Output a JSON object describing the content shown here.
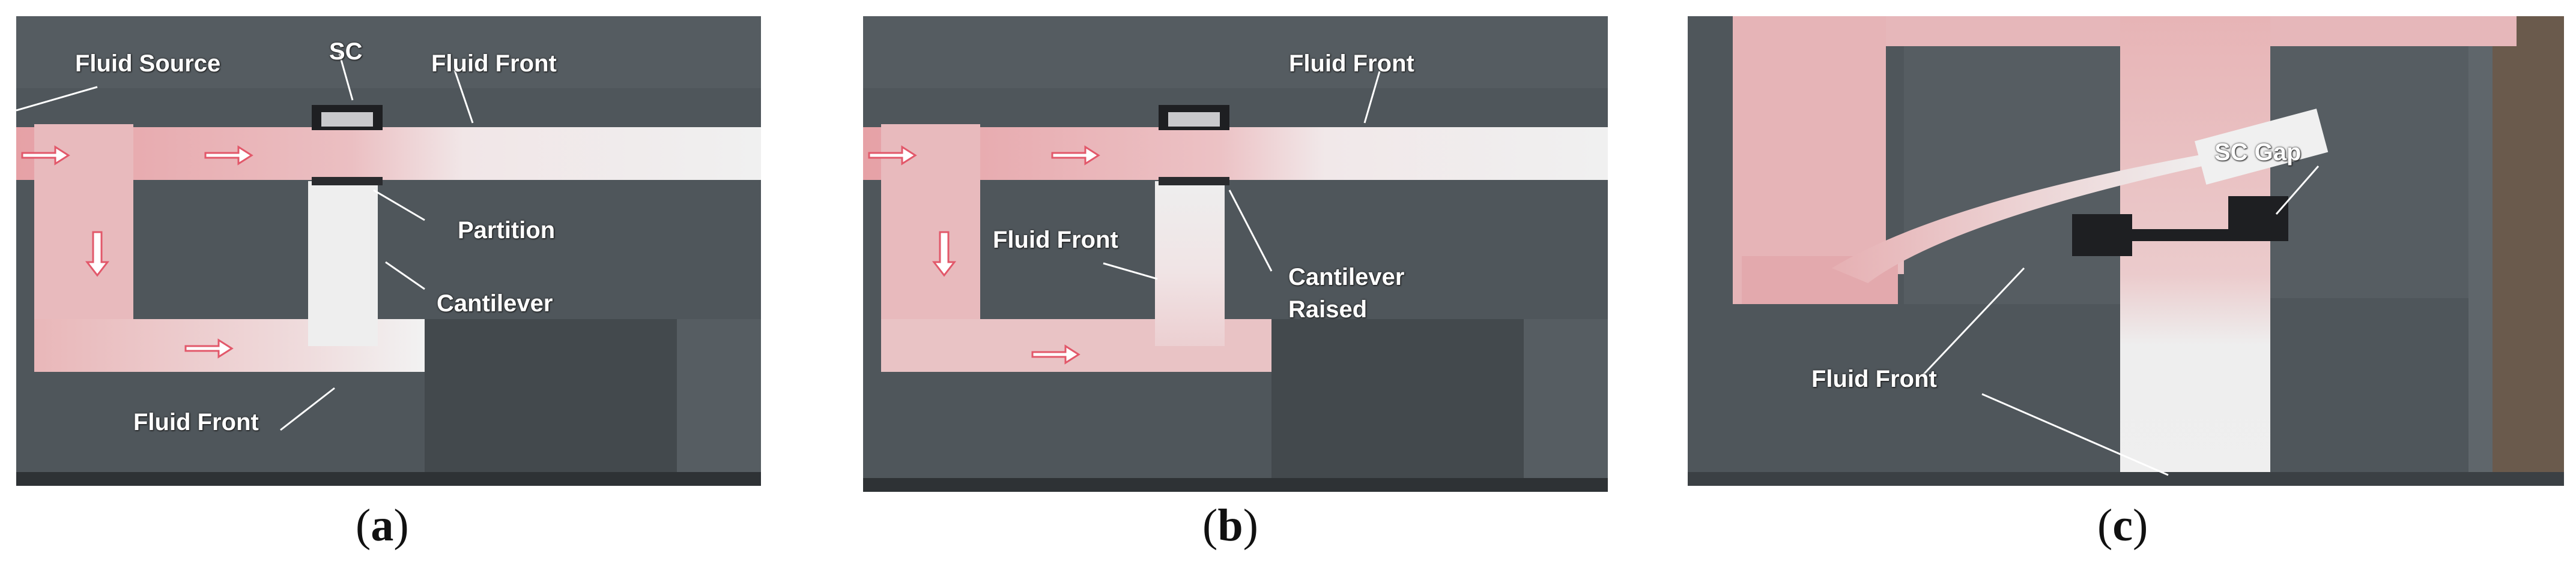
{
  "figure": {
    "panels": [
      {
        "caption_letter": "a",
        "labels": {
          "fluid_source": "Fluid Source",
          "sc": "SC",
          "fluid_front_top": "Fluid Front",
          "partition": "Partition",
          "cantilever": "Cantilever",
          "fluid_front_bottom": "Fluid Front"
        }
      },
      {
        "caption_letter": "b",
        "labels": {
          "fluid_front_top": "Fluid Front",
          "fluid_front_mid": "Fluid Front",
          "cantilever_line1": "Cantilever",
          "cantilever_line2": "Raised"
        }
      },
      {
        "caption_letter": "c",
        "labels": {
          "sc_gap": "SC Gap",
          "fluid_front": "Fluid Front"
        }
      }
    ]
  },
  "colors": {
    "board": "#4d5459",
    "paper_white": "#eeeeee",
    "wet_pink": "#e8b7b8",
    "arrow_red": "#e2586a",
    "switch_dark": "#1e1f22"
  }
}
